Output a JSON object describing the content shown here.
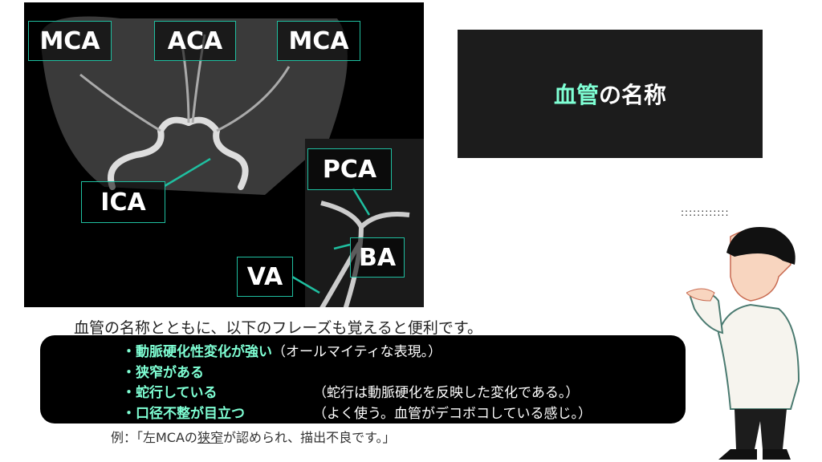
{
  "angiogram": {
    "labels": [
      "MCA",
      "ACA",
      "MCA",
      "ICA",
      "PCA",
      "BA",
      "VA"
    ]
  },
  "title": {
    "accent": "血管",
    "rest": "の名称"
  },
  "intro": "血管の名称とともに、以下のフレーズも覚えると便利です。",
  "phrases": [
    {
      "term": "・動脈硬化性変化が強い",
      "note": "（オールマイティな表現。）"
    },
    {
      "term": "・狭窄がある",
      "note": ""
    },
    {
      "term": "・蛇行している",
      "note": "（蛇行は動脈硬化を反映した変化である。）"
    },
    {
      "term": "・口径不整が目立つ",
      "note": "（よく使う。血管がデコボコしている感じ。）"
    }
  ],
  "example": {
    "prefix": "例：「左MCAの",
    "underlined": "狭窄",
    "suffix": "が認められ、描出不良です。」"
  },
  "decor": {
    "dots": "::::::::::::"
  },
  "colors": {
    "accent": "#7fffd4",
    "label_border": "#1fbfa0"
  }
}
